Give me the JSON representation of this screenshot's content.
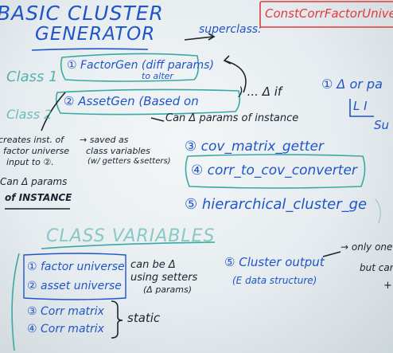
{
  "whiteboard": {
    "title_line1": "BASIC CLUSTER",
    "title_line2": "GENERATOR",
    "superclass_label": "superclass:",
    "superclass_value": "ConstCorrFactorUniverse",
    "class1_label": "Class 1",
    "class2_label": "Class 2",
    "item1": "① FactorGen (diff params)",
    "item1_sub": "to alter",
    "item2": "② AssetGen (Based on",
    "item2_cont": ") ... Δ if",
    "item2_note": "Can Δ params of instance",
    "right_fragment_1": "① Δ or pa",
    "right_fragment_2": "L I",
    "right_fragment_3": "Su",
    "left_note_1": "creates inst. of",
    "left_note_2": "factor universe",
    "left_note_3": "input to ②.",
    "left_note_4": "Can Δ params",
    "left_note_5": "of INSTANCE",
    "saved_note_1": "→ saved as",
    "saved_note_2": "class variables",
    "saved_note_3": "(w/ getters &",
    "saved_note_4": "setters)",
    "method3": "③ cov_matrix_getter",
    "method4": "④ corr_to_cov_converter",
    "method5": "⑤ hierarchical_cluster_ge",
    "class_variables_heading": "CLASS VARIABLES",
    "cv1": "① factor universe",
    "cv2": "② asset universe",
    "cv_brace_note_1": "can be Δ",
    "cv_brace_note_2": "using setters",
    "cv_brace_note_3": "(Δ params)",
    "cv3": "③ Corr matrix",
    "cv4": "④ Corr matrix",
    "cv_static": "static",
    "cv5": "⑤ Cluster output",
    "cv5_sub": "(E data structure)",
    "only_one_1": "→ only one",
    "only_one_2": "but can",
    "plus_sign": "+"
  }
}
